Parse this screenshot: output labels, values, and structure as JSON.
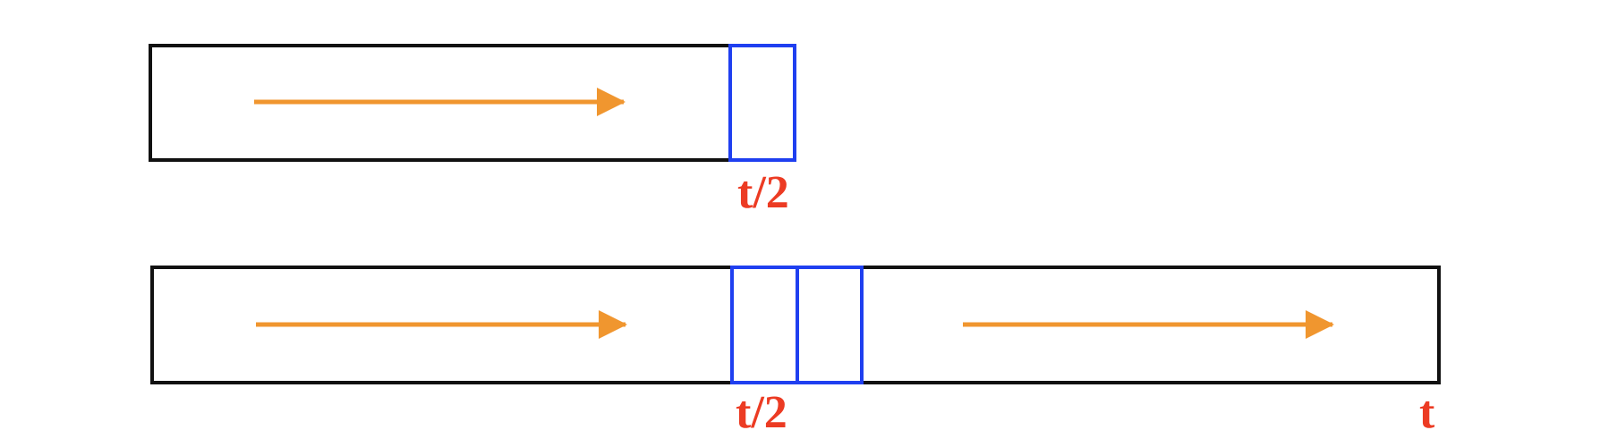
{
  "colors": {
    "frame": "#111111",
    "block": "#1f3ff0",
    "arrow": "#f0962f",
    "label": "#ec3b23"
  },
  "top_row": {
    "label": "t/2"
  },
  "bottom_row": {
    "label_mid": "t/2",
    "label_end": "t"
  }
}
